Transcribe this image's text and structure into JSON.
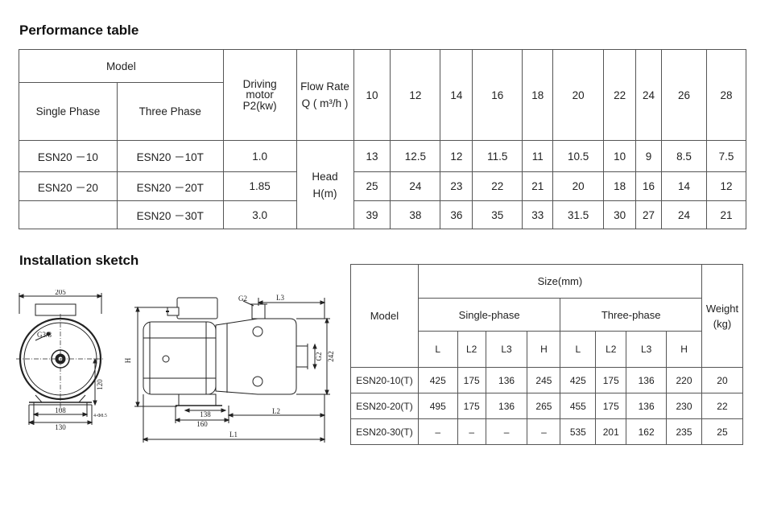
{
  "performance": {
    "title": "Performance table",
    "model_header": "Model",
    "single_phase_header": "Single Phase",
    "three_phase_header": "Three Phase",
    "motor_header_line1": "Driving",
    "motor_header_line2": "motor",
    "motor_header_line3": "P2(kw)",
    "flow_header_line1": "Flow Rate",
    "flow_header_line2": "Q ( m³/h )",
    "head_label_line1": "Head",
    "head_label_line2": "H(m)",
    "flow_values": [
      "10",
      "12",
      "14",
      "16",
      "18",
      "20",
      "22",
      "24",
      "26",
      "28"
    ],
    "rows": [
      {
        "single": "ESN20 －10",
        "three": "ESN20 －10T",
        "power": "1.0",
        "heads": [
          "13",
          "12.5",
          "12",
          "11.5",
          "11",
          "10.5",
          "10",
          "9",
          "8.5",
          "7.5"
        ]
      },
      {
        "single": "ESN20 －20",
        "three": "ESN20 －20T",
        "power": "1.85",
        "heads": [
          "25",
          "24",
          "23",
          "22",
          "21",
          "20",
          "18",
          "16",
          "14",
          "12"
        ]
      },
      {
        "single": "",
        "three": "ESN20 －30T",
        "power": "3.0",
        "heads": [
          "39",
          "38",
          "36",
          "35",
          "33",
          "31.5",
          "30",
          "27",
          "24",
          "21"
        ]
      }
    ]
  },
  "installation": {
    "title": "Installation sketch",
    "front_dims": {
      "width": "205",
      "thread": "G3/8",
      "height": "120",
      "base_inner": "108",
      "base_outer": "130",
      "holes": "4-Φ8.5"
    },
    "side_dims": {
      "g2_top": "G2",
      "l3": "L3",
      "h": "H",
      "g2_side": "G2",
      "d242": "242",
      "d138": "138",
      "d160": "160",
      "l2": "L2",
      "l1": "L1"
    }
  },
  "size_table": {
    "model_header": "Model",
    "size_header": "Size(mm)",
    "single_header": "Single-phase",
    "three_header": "Three-phase",
    "weight_header_line1": "Weight",
    "weight_header_line2": "(kg)",
    "sub_headers": [
      "L",
      "L2",
      "L3",
      "H",
      "L",
      "L2",
      "L3",
      "H"
    ],
    "rows": [
      {
        "model": "ESN20-10(T)",
        "values": [
          "425",
          "175",
          "136",
          "245",
          "425",
          "175",
          "136",
          "220"
        ],
        "weight": "20"
      },
      {
        "model": "ESN20-20(T)",
        "values": [
          "495",
          "175",
          "136",
          "265",
          "455",
          "175",
          "136",
          "230"
        ],
        "weight": "22"
      },
      {
        "model": "ESN20-30(T)",
        "values": [
          "–",
          "–",
          "–",
          "–",
          "535",
          "201",
          "162",
          "235"
        ],
        "weight": "25"
      }
    ]
  }
}
